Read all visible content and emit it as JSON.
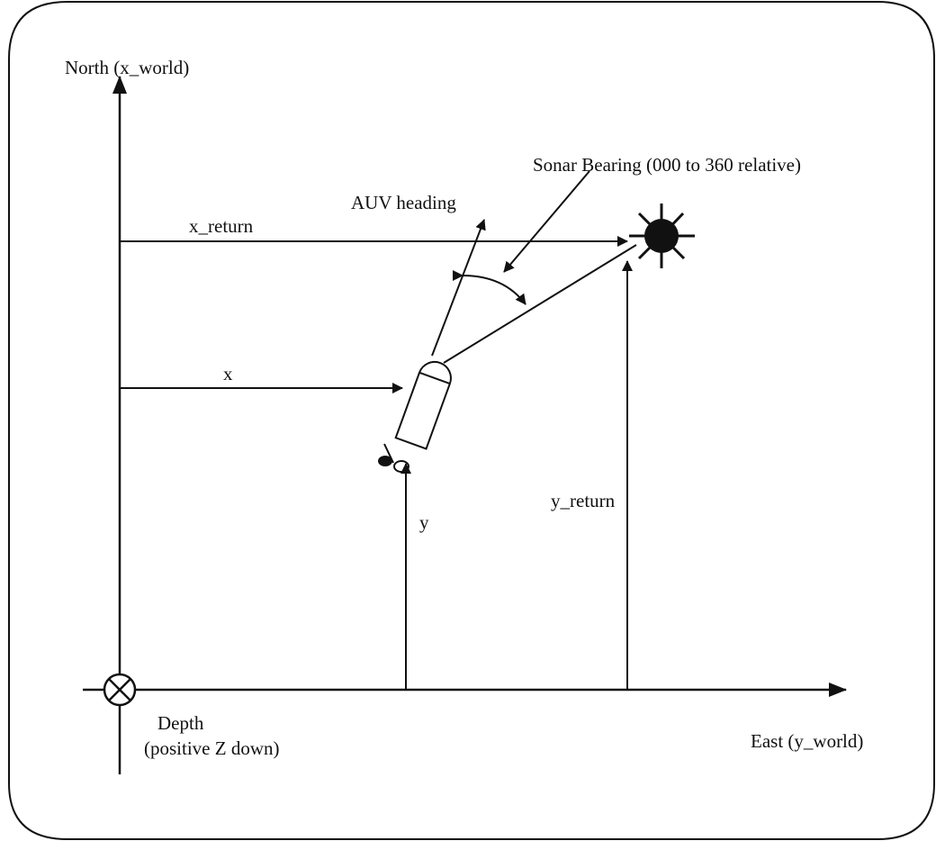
{
  "diagram": {
    "labels": {
      "north_axis": "North (x_world)",
      "east_axis": "East (y_world)",
      "depth_line1": "Depth",
      "depth_line2": "(positive Z down)",
      "sonar_bearing": "Sonar Bearing (000 to 360 relative)",
      "auv_heading": "AUV heading",
      "x_return": "x_return",
      "x": "x",
      "y": "y",
      "y_return": "y_return"
    },
    "colors": {
      "ink": "#111111",
      "background": "#ffffff",
      "target_fill": "#111111"
    }
  }
}
